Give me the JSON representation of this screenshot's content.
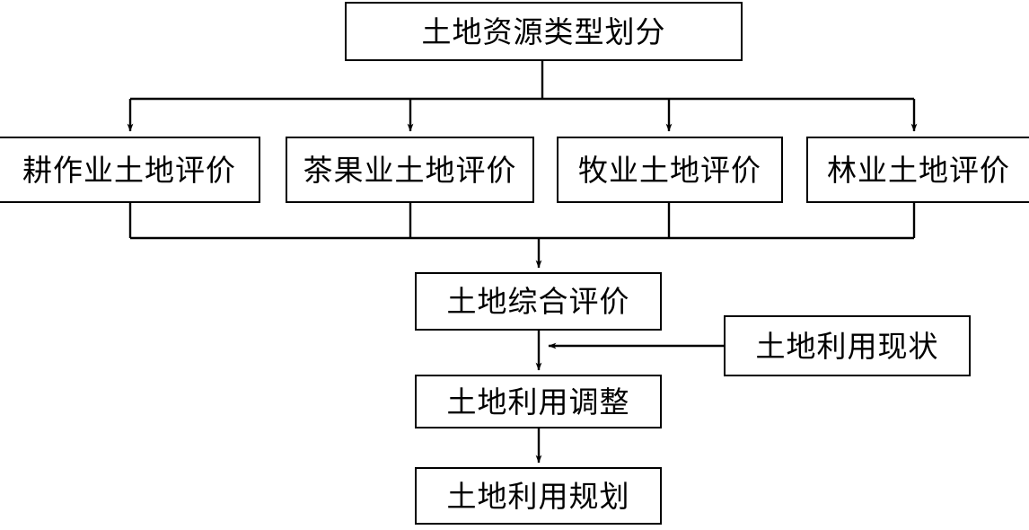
{
  "diagram": {
    "title": "土地资源类型划分",
    "orientation": "top-down",
    "line_color": "#000000",
    "box_fill": "#ffffff",
    "text_color": "#000000",
    "nodes": {
      "root": {
        "label": "土地资源类型划分"
      },
      "eval_crop": {
        "label": "耕作业土地评价"
      },
      "eval_tea_fruit": {
        "label": "茶果业土地评价"
      },
      "eval_pasture": {
        "label": "牧业土地评价"
      },
      "eval_forest": {
        "label": "林业土地评价"
      },
      "comprehensive": {
        "label": "土地综合评价"
      },
      "adjustment": {
        "label": "土地利用调整"
      },
      "planning": {
        "label": "土地利用规划"
      },
      "current_status": {
        "label": "土地利用现状"
      }
    },
    "edges": [
      {
        "from": "root",
        "to": "eval_crop",
        "kind": "arrow"
      },
      {
        "from": "root",
        "to": "eval_tea_fruit",
        "kind": "arrow"
      },
      {
        "from": "root",
        "to": "eval_pasture",
        "kind": "arrow"
      },
      {
        "from": "root",
        "to": "eval_forest",
        "kind": "arrow"
      },
      {
        "from": "eval_crop",
        "to": "comprehensive",
        "kind": "arrow"
      },
      {
        "from": "eval_tea_fruit",
        "to": "comprehensive",
        "kind": "arrow"
      },
      {
        "from": "eval_pasture",
        "to": "comprehensive",
        "kind": "arrow"
      },
      {
        "from": "eval_forest",
        "to": "comprehensive",
        "kind": "arrow"
      },
      {
        "from": "comprehensive",
        "to": "adjustment",
        "kind": "arrow"
      },
      {
        "from": "current_status",
        "to": "adjustment",
        "kind": "arrow"
      },
      {
        "from": "adjustment",
        "to": "planning",
        "kind": "arrow"
      }
    ]
  }
}
